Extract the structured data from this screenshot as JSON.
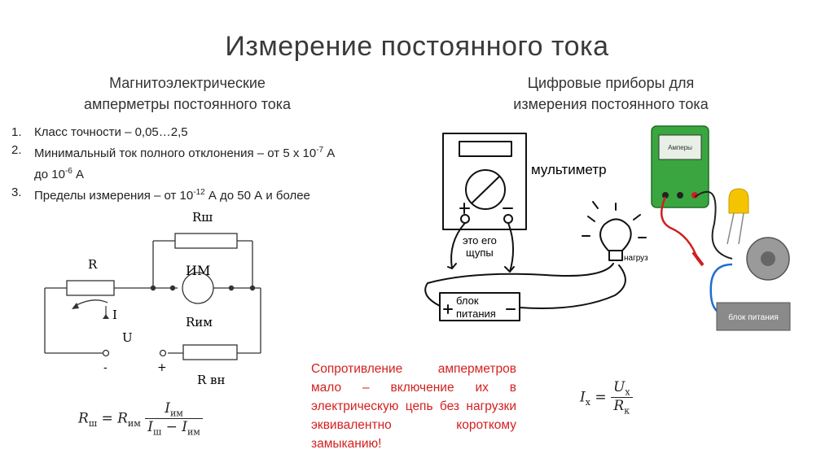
{
  "title": "Измерение постоянного тока",
  "left_heading": {
    "line1": "Магнитоэлектрические",
    "line2": "амперметры постоянного тока"
  },
  "right_heading": {
    "line1": "Цифровые приборы для",
    "line2": "измерения постоянного тока"
  },
  "list": [
    {
      "num": "1.",
      "text": "Класс точности – 0,05…2,5"
    },
    {
      "num": "2.",
      "text_a": "Минимальный ток полного отклонения – от 5 x 10",
      "sup_a": "-7",
      "text_b": " А",
      "text_c": "до 10",
      "sup_c": "-6",
      "text_d": " А"
    },
    {
      "num": "3.",
      "text_a": "Пределы измерения – от 10",
      "sup_a": "-12",
      "text_b": " А до 50 А и более"
    }
  ],
  "circuit": {
    "r_shunt": "Rш",
    "r": "R",
    "meter": "ИМ",
    "current": "I",
    "voltage": "U",
    "r_meter": "Rим",
    "r_ext": "R вн",
    "minus": "-",
    "plus": "+"
  },
  "multimeter": {
    "label": "мультиметр",
    "probes_line1": "это его",
    "probes_line2": "щупы",
    "load": "нагруз",
    "psu_line1": "блок",
    "psu_line2": "питания",
    "plus": "+",
    "minus": "−"
  },
  "photo": {
    "meter_label": "Амперы",
    "psu_label": "блок питания"
  },
  "red_text": "Сопротивление амперметров мало – включение их в электрическую цепь без нагрузки эквивалентно короткому замыканию!",
  "formula_left": {
    "lhs": "R",
    "lhs_sub": "ш",
    "eq": " = ",
    "r": "R",
    "r_sub": "им",
    "num": "I",
    "num_sub": "им",
    "den_a": "I",
    "den_a_sub": "ш",
    "den_op": " − ",
    "den_b": "I",
    "den_b_sub": "им"
  },
  "formula_right": {
    "lhs": "I",
    "lhs_sub": "x",
    "eq": " = ",
    "num": "U",
    "num_sub": "x",
    "den": "R",
    "den_sub": "к"
  },
  "colors": {
    "title": "#3a3a3a",
    "warning_text": "#d42020",
    "meter_green": "#3aa640",
    "psu_gray": "#8a8a8a",
    "led_yellow": "#f5c400",
    "wire_red": "#d02020",
    "wire_blue": "#1d6fd1"
  }
}
